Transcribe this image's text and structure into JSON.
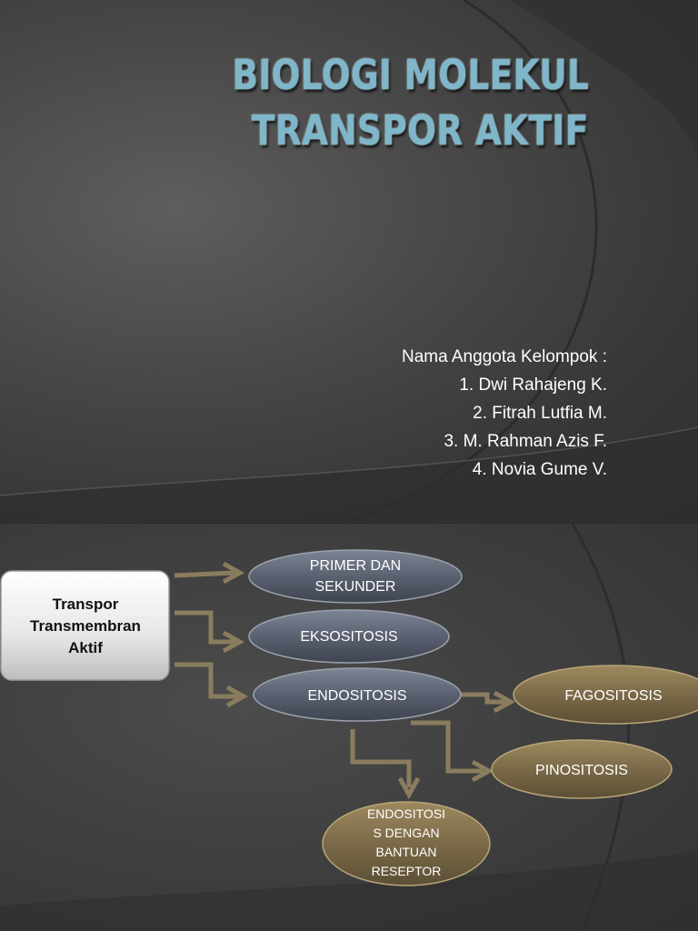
{
  "slide1": {
    "title_line1": "BIOLOGI MOLEKUL",
    "title_line2": "TRANSPOR AKTIF",
    "members_heading": "Nama Anggota Kelompok :",
    "members": [
      "1. Dwi Rahajeng K.",
      "2. Fitrah Lutfia M.",
      "3. M. Rahman Azis F.",
      "4. Novia Gume V."
    ]
  },
  "slide2": {
    "root": [
      "Transpor",
      "Transmembran",
      "Aktif"
    ],
    "primer": [
      "PRIMER DAN",
      "SEKUNDER"
    ],
    "eksositosis": [
      "EKSOSITOSIS"
    ],
    "endositosis": [
      "ENDOSITOSIS"
    ],
    "fagositosis": [
      "FAGOSITOSIS"
    ],
    "pinositosis": [
      "PINOSITOSIS"
    ],
    "reseptor": [
      "ENDOSITOSI",
      "S DENGAN",
      "BANTUAN",
      "RESEPTOR"
    ]
  },
  "colors": {
    "title": "#7fb6c9",
    "gray_node": "#5a6170",
    "gold_node": "#7b6a48",
    "arrow": "#8a7d5e"
  }
}
